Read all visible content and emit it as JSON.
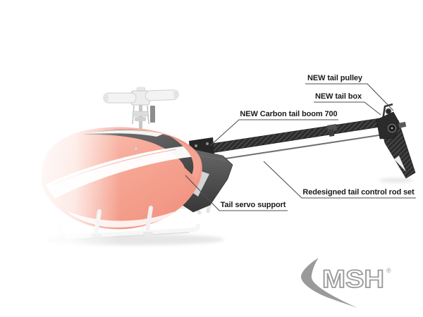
{
  "callouts": {
    "tail_pulley": "NEW tail pulley",
    "tail_box": "NEW tail box",
    "tail_boom": "NEW Carbon tail boom 700",
    "tail_control_rod": "Redesigned tail control rod set",
    "tail_servo_support": "Tail servo support"
  },
  "logo": {
    "brand": "MSH",
    "registered_mark": "®",
    "color": "#9a9a9a"
  },
  "colors": {
    "background": "#ffffff",
    "canopy_salmon": "#f4998a",
    "canopy_dark_band": "#4a4a4a",
    "carbon_parts": "#2c2c2c",
    "leader_lines": "#4f4f4f",
    "label_text": "#1a1a1a"
  }
}
